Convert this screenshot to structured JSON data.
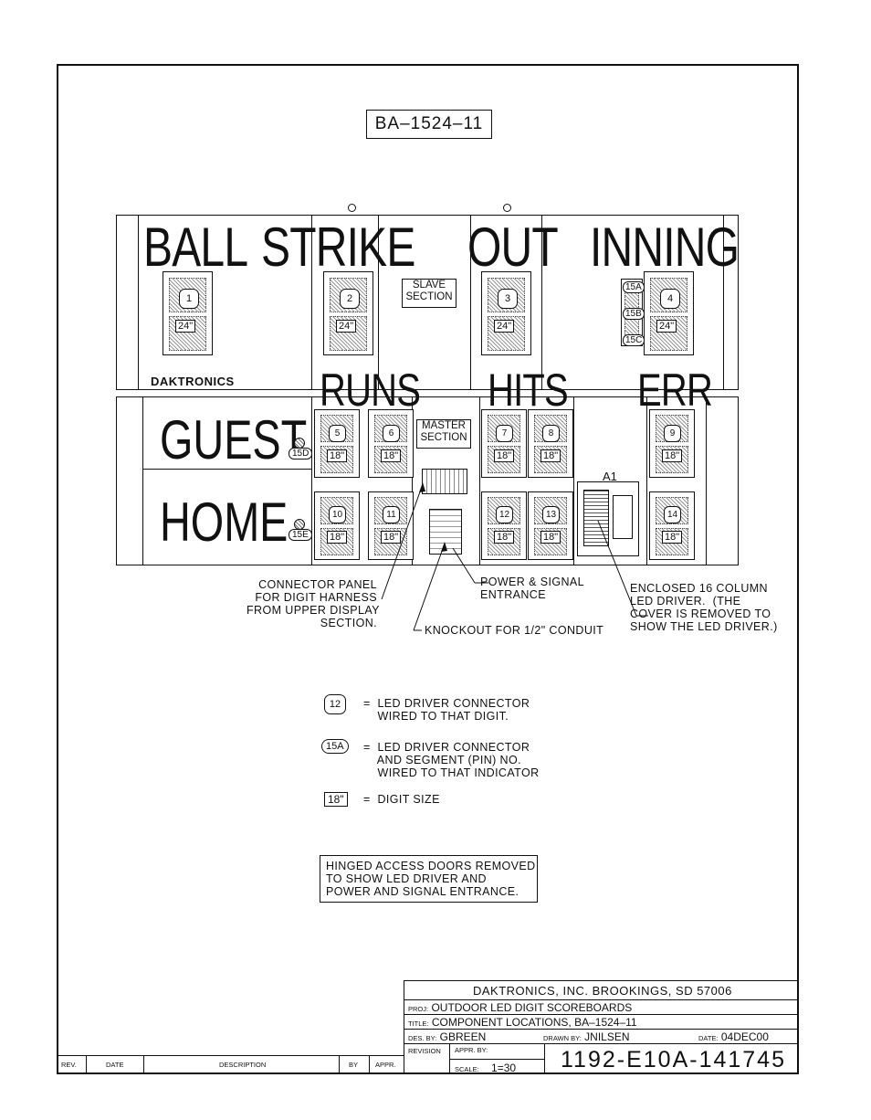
{
  "drawing": {
    "model_tag": "BA–1524–11",
    "upper_labels": {
      "ball": "BALL",
      "strike": "STRIKE",
      "out": "OUT",
      "inning": "INNING"
    },
    "lower_labels": {
      "brand": "DAKTRONICS",
      "guest": "GUEST",
      "home": "HOME",
      "runs": "RUNS",
      "hits": "HITS",
      "err": "ERR"
    },
    "sections": {
      "slave": "SLAVE\nSECTION",
      "master": "MASTER\nSECTION",
      "a1": "A1"
    },
    "digit_connectors": [
      "1",
      "2",
      "3",
      "4",
      "5",
      "6",
      "7",
      "8",
      "9",
      "10",
      "11",
      "12",
      "13",
      "14"
    ],
    "segment_connectors": [
      "15A",
      "15B",
      "15C",
      "15D",
      "15E"
    ],
    "sizes": {
      "upper": "24\"",
      "lower": "18\""
    },
    "callouts": {
      "connector_panel": "CONNECTOR PANEL\nFOR DIGIT HARNESS\nFROM UPPER DISPLAY\nSECTION.",
      "power_signal": "POWER & SIGNAL\nENTRANCE",
      "knockout": "KNOCKOUT FOR 1/2\" CONDUIT",
      "led_driver": "ENCLOSED 16 COLUMN\nLED DRIVER.  (THE\nCOVER IS REMOVED TO\nSHOW THE LED DRIVER.)"
    },
    "legend": [
      {
        "symbol": "12",
        "text": "=  LED DRIVER CONNECTOR\n    WIRED TO THAT DIGIT."
      },
      {
        "symbol": "15A",
        "text": "=  LED DRIVER CONNECTOR\n    AND SEGMENT (PIN) NO.\n    WIRED TO THAT INDICATOR"
      },
      {
        "symbol": "18\"",
        "text": "=  DIGIT SIZE"
      }
    ],
    "note_box": "HINGED ACCESS DOORS REMOVED\nTO SHOW LED DRIVER AND\nPOWER AND SIGNAL ENTRANCE."
  },
  "title_block": {
    "company": "DAKTRONICS, INC.   BROOKINGS, SD 57006",
    "proj_label": "PROJ:",
    "proj": "OUTDOOR LED DIGIT SCOREBOARDS",
    "title_label": "TITLE:",
    "title": "COMPONENT LOCATIONS, BA–1524–11",
    "des_label": "DES. BY:",
    "des": "GBREEN",
    "drawn_label": "DRAWN BY:",
    "drawn": "JNILSEN",
    "date_label": "DATE:",
    "date": "04DEC00",
    "revision_label": "REVISION",
    "appr_label": "APPR. BY:",
    "scale_label": "SCALE:",
    "scale": "1=30",
    "drawing_number": "1192-E10A-141745"
  },
  "revision_block": {
    "rev": "REV.",
    "date": "DATE",
    "description": "DESCRIPTION",
    "by": "BY",
    "appr": "APPR."
  }
}
